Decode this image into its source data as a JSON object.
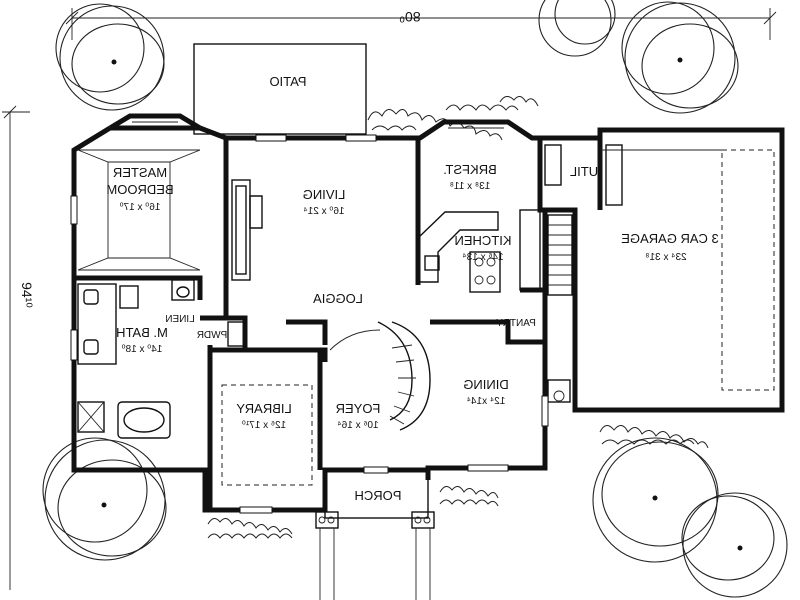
{
  "overall": {
    "width_label": "80⁰",
    "depth_label": "94¹⁰"
  },
  "rooms": {
    "patio": {
      "name": "PATIO"
    },
    "master_bedroom": {
      "name1": "MASTER",
      "name2": "BEDROOM",
      "size": "16⁰ x 17⁰"
    },
    "living": {
      "name": "LIVING",
      "size": "16⁰ x 21⁴"
    },
    "brkfst": {
      "name": "BRKFST.",
      "size": "13⁸ x 11⁸"
    },
    "util": {
      "name": "UTIL"
    },
    "kitchen": {
      "name": "KITCHEN",
      "size": "14⁶ x 13⁴"
    },
    "garage": {
      "name": "3 CAR GARAGE",
      "size": "23⁴ x 31⁸"
    },
    "loggia": {
      "name": "LOGGIA"
    },
    "linen": {
      "name": "LINEN"
    },
    "pantry": {
      "name": "PANTRY"
    },
    "m_bath": {
      "name": "M. BATH",
      "size": "14⁰ x 18⁰"
    },
    "pwdr": {
      "name": "PWDR"
    },
    "library": {
      "name": "LIBRARY",
      "size": "12⁶ x 17¹⁰"
    },
    "foyer": {
      "name": "FOYER",
      "size": "10⁶ x 16⁴"
    },
    "dining": {
      "name": "DINING",
      "size": "12⁴ x14⁴"
    },
    "porch": {
      "name": "PORCH"
    }
  }
}
